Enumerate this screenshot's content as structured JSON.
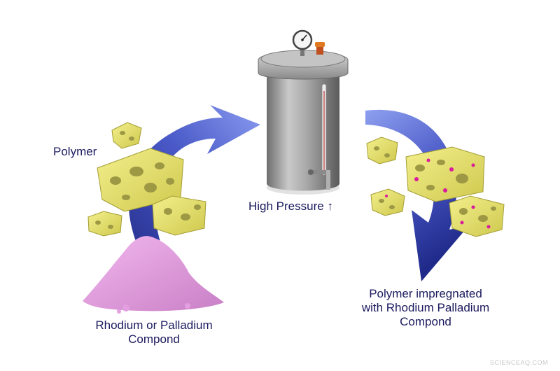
{
  "labels": {
    "polymer": "Polymer",
    "high_pressure": "High Pressure",
    "pressure_arrow": "↑",
    "compound_line1": "Rhodium or Palladium",
    "compound_line2": "Compond",
    "result_line1": "Polymer impregnated",
    "result_line2": "with Rhodium Palladium",
    "result_line3": "Compond"
  },
  "watermark": "SCIENCEAQ.COM",
  "colors": {
    "arrow_blue": "#3a47b8",
    "arrow_light": "#7d8fe6",
    "sponge_yellow": "#e8e36a",
    "sponge_hole": "#8d8a3a",
    "powder_pink": "#e59be0",
    "impregnation_magenta": "#d81b9c",
    "vessel_grey": "#9a9a9a",
    "label_navy": "#1a1a5e"
  },
  "icons": [
    "pressure-gauge-icon",
    "safety-valve-icon",
    "drain-valve-icon",
    "up-arrow-icon"
  ]
}
